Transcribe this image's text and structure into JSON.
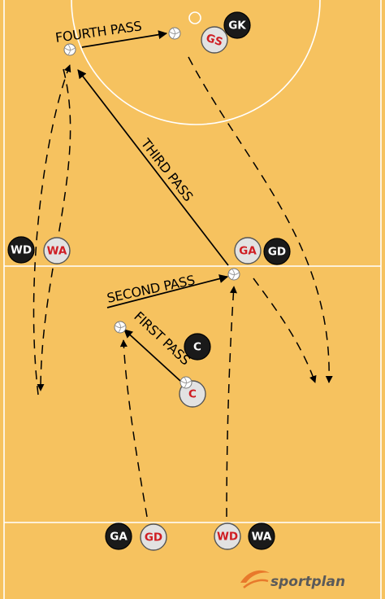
{
  "colors": {
    "court": "#f6c25f",
    "line": "#ffffff",
    "attack": "#cf1d23",
    "defence": "#1a1a1a",
    "logo_swoosh": "#e8792b",
    "logo_text": "#5a5a5a"
  },
  "labels": {
    "first_pass": "FIRST PASS",
    "second_pass": "SECOND PASS",
    "third_pass": "THIRD PASS",
    "fourth_pass": "FOURTH PASS"
  },
  "players": [
    {
      "id": "gk-top",
      "label": "GK",
      "team": "dark"
    },
    {
      "id": "gs-top",
      "label": "GS",
      "team": "light"
    },
    {
      "id": "wd-left",
      "label": "WD",
      "team": "dark"
    },
    {
      "id": "wa-left",
      "label": "WA",
      "team": "light"
    },
    {
      "id": "ga-mid",
      "label": "GA",
      "team": "light"
    },
    {
      "id": "gd-mid",
      "label": "GD",
      "team": "dark"
    },
    {
      "id": "c-dark",
      "label": "C",
      "team": "dark"
    },
    {
      "id": "c-light",
      "label": "C",
      "team": "light"
    },
    {
      "id": "ga-bottom",
      "label": "GA",
      "team": "dark"
    },
    {
      "id": "gd-bottom",
      "label": "GD",
      "team": "light"
    },
    {
      "id": "wd-bottom",
      "label": "WD",
      "team": "light"
    },
    {
      "id": "wa-bottom",
      "label": "WA",
      "team": "dark"
    }
  ],
  "balls_shown": 5,
  "logo": {
    "text": "sportplan",
    "icon": "sportplan-swoosh-icon"
  }
}
